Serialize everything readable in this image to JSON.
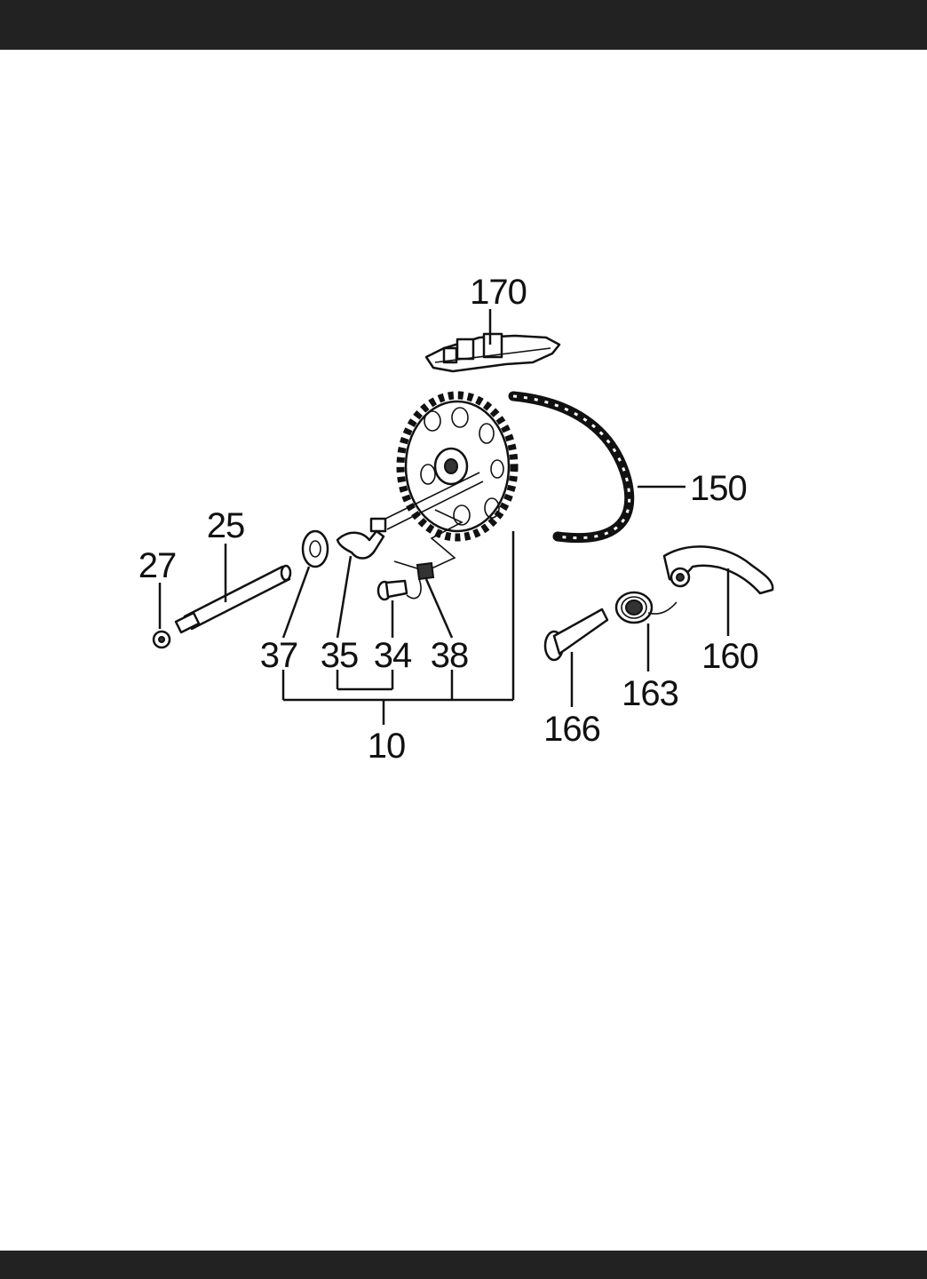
{
  "colors": {
    "bar": "#222222",
    "ink": "#111111",
    "paper": "#ffffff"
  },
  "callouts": {
    "p170": "170",
    "p150": "150",
    "p25": "25",
    "p27": "27",
    "p37": "37",
    "p35": "35",
    "p34": "34",
    "p38": "38",
    "p10": "10",
    "p160": "160",
    "p163": "163",
    "p166": "166"
  }
}
